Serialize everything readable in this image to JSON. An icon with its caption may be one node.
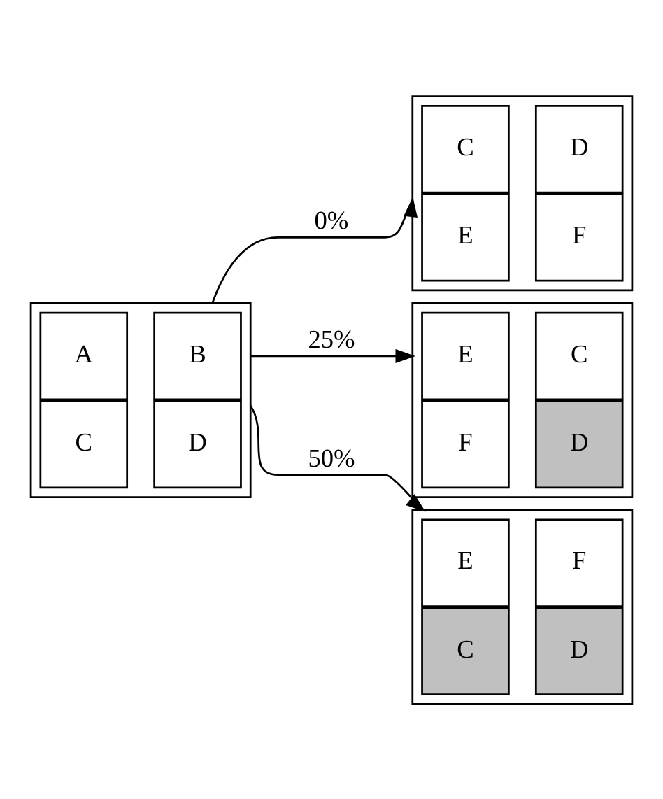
{
  "diagram": {
    "nodes": [
      {
        "text": [],
        "shape": "box"
      },
      {
        "text": [
          "A"
        ],
        "in": 0
      },
      {
        "text": [
          "B"
        ],
        "in": 0
      },
      {
        "text": [
          "C"
        ],
        "in": 0
      },
      {
        "text": [
          "D"
        ],
        "in": 0
      },
      {
        "text": [],
        "shape": "box"
      },
      {
        "text": [
          "C"
        ],
        "in": 5
      },
      {
        "text": [
          "D"
        ],
        "in": 5
      },
      {
        "text": [
          "E"
        ],
        "in": 5
      },
      {
        "text": [
          "F"
        ],
        "in": 5
      },
      {
        "text": [],
        "shape": "box"
      },
      {
        "text": [
          "E"
        ],
        "in": 10
      },
      {
        "text": [
          "C"
        ],
        "in": 10
      },
      {
        "text": [
          "F"
        ],
        "in": 10
      },
      {
        "text": [
          "D"
        ],
        "in": 10
      },
      {
        "text": [],
        "shape": "box"
      },
      {
        "text": [
          "E"
        ],
        "in": 15
      },
      {
        "text": [
          "F"
        ],
        "in": 15
      },
      {
        "text": [
          "C"
        ],
        "in": 15
      },
      {
        "text": [
          "D"
        ],
        "in": 15
      }
    ],
    "edges": [
      {
        "from": 0,
        "to": 5,
        "arrow": "to",
        "label": "0%"
      },
      {
        "from": 0,
        "to": 10,
        "arrow": "to",
        "label": "25%"
      },
      {
        "from": 0,
        "to": 15,
        "arrow": "to",
        "label": "50%"
      }
    ]
  }
}
